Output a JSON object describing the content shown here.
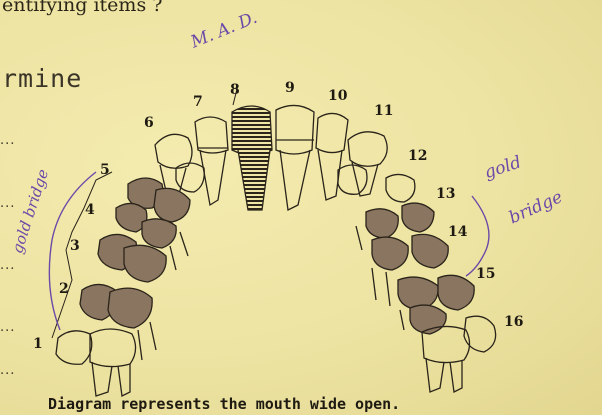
{
  "heading_fragment": "entifying items ?",
  "section_title": "rmine",
  "dots": [
    "...",
    "...",
    "...",
    "...",
    "..."
  ],
  "caption": "Diagram represents the mouth wide open.",
  "tooth_numbers": [
    "1",
    "2",
    "3",
    "4",
    "5",
    "6",
    "7",
    "8",
    "9",
    "10",
    "11",
    "12",
    "13",
    "14",
    "15",
    "16"
  ],
  "handwriting": {
    "initials": "M. A. D.",
    "left_note": "gold bridge",
    "right_note_line1": "gold",
    "right_note_line2": "bridge"
  },
  "colors": {
    "paper": "#efe6a6",
    "ink": "#1e1a12",
    "pencil_shading": "#8a7560",
    "handwriting": "#6a4aa8"
  }
}
